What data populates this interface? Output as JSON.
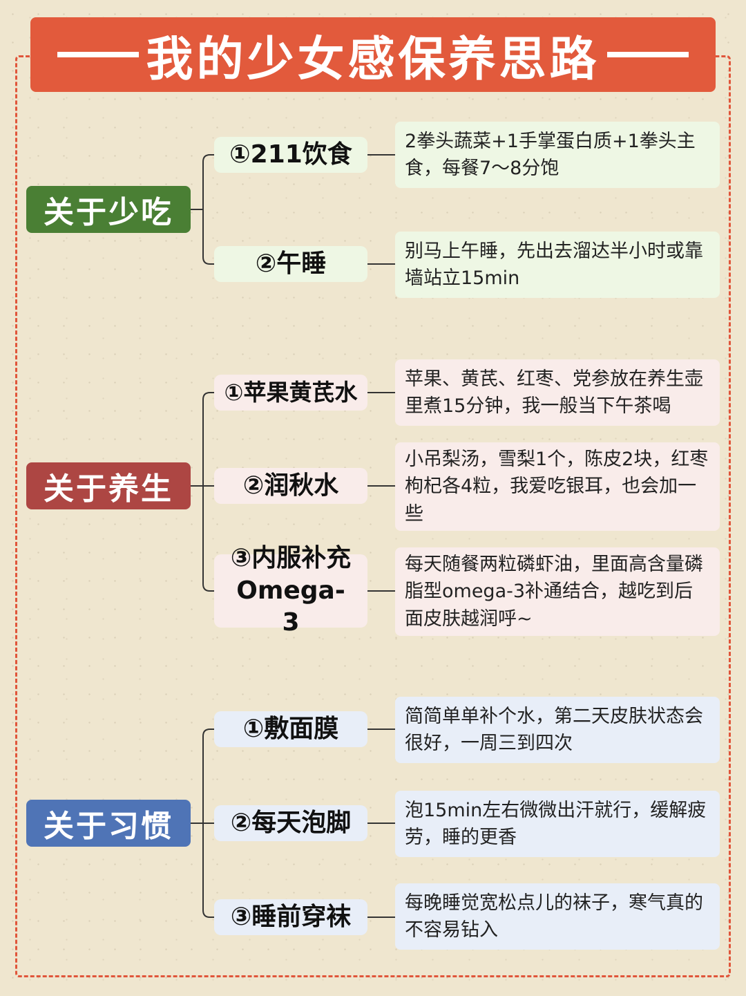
{
  "title": "我的少女感保养思路",
  "colors": {
    "accent": "#e25a3c",
    "green": "#4a7f34",
    "red": "#ad4643",
    "blue": "#4f74b6"
  },
  "sections": [
    {
      "label": "关于少吃",
      "items": [
        {
          "label": "①211饮食",
          "desc": "2拳头蔬菜+1手掌蛋白质+1拳头主食，每餐7～8分饱"
        },
        {
          "label": "②午睡",
          "desc": "别马上午睡，先出去溜达半小时或靠墙站立15min"
        }
      ]
    },
    {
      "label": "关于养生",
      "items": [
        {
          "label": "①苹果黄芪水",
          "desc": "苹果、黄芪、红枣、党参放在养生壶里煮15分钟，我一般当下午茶喝"
        },
        {
          "label": "②润秋水",
          "desc": "小吊梨汤，雪梨1个，陈皮2块，红枣枸杞各4粒，我爱吃银耳，也会加一些"
        },
        {
          "label": "③内服补充Omega-3",
          "desc": "每天随餐两粒磷虾油，里面高含量磷脂型omega-3补通结合，越吃到后面皮肤越润呼~"
        }
      ]
    },
    {
      "label": "关于习惯",
      "items": [
        {
          "label": "①敷面膜",
          "desc": "简简单单补个水，第二天皮肤状态会很好，一周三到四次"
        },
        {
          "label": "②每天泡脚",
          "desc": "泡15min左右微微出汗就行，缓解疲劳，睡的更香"
        },
        {
          "label": "③睡前穿袜",
          "desc": "每晚睡觉宽松点儿的袜子，寒气真的不容易钻入"
        }
      ]
    }
  ]
}
